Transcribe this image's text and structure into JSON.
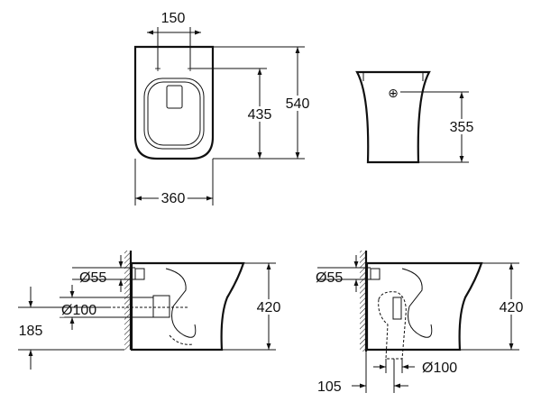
{
  "top_view": {
    "dim_bolt_spacing": "150",
    "dim_bolt_to_front": "435",
    "dim_total_length": "540",
    "dim_width": "360"
  },
  "front_view": {
    "dim_inlet_height": "355"
  },
  "side_view_left": {
    "dim_water_inlet": "Ø55",
    "dim_outlet": "Ø100",
    "dim_outlet_height": "185",
    "dim_seat_height": "420"
  },
  "side_view_right": {
    "dim_water_inlet": "Ø55",
    "dim_seat_height": "420",
    "dim_floor_offset": "105",
    "dim_floor_outlet": "Ø100"
  }
}
